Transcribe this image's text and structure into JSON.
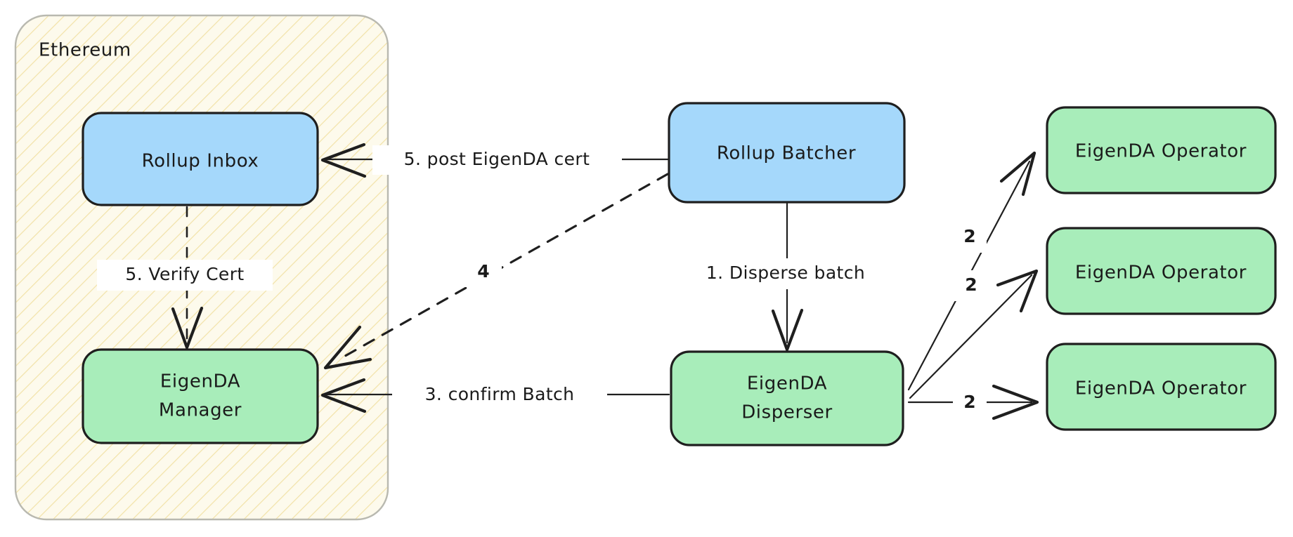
{
  "diagram": {
    "title": "EigenDA rollup data availability flow",
    "background": "#ffffff",
    "groups": [
      {
        "id": "ethereum",
        "label": "Ethereum",
        "fill": "#fdfaec",
        "stroke": "#b9b9b0",
        "hatch_color": "#f0dfa0"
      }
    ],
    "nodes": [
      {
        "id": "rollup-inbox",
        "label": "Rollup Inbox",
        "lines": [
          "Rollup Inbox"
        ],
        "fill": "#a5d8fb",
        "stroke": "#1f1f1f"
      },
      {
        "id": "eigenda-manager",
        "label": "EigenDA Manager",
        "lines": [
          "EigenDA",
          "Manager"
        ],
        "fill": "#a8edba",
        "stroke": "#1f1f1f"
      },
      {
        "id": "rollup-batcher",
        "label": "Rollup Batcher",
        "lines": [
          "Rollup Batcher"
        ],
        "fill": "#a5d8fb",
        "stroke": "#1f1f1f"
      },
      {
        "id": "eigenda-disperser",
        "label": "EigenDA Disperser",
        "lines": [
          "EigenDA",
          "Disperser"
        ],
        "fill": "#a8edba",
        "stroke": "#1f1f1f"
      },
      {
        "id": "eigenda-operator-1",
        "label": "EigenDA Operator",
        "lines": [
          "EigenDA Operator"
        ],
        "fill": "#a8edba",
        "stroke": "#1f1f1f"
      },
      {
        "id": "eigenda-operator-2",
        "label": "EigenDA Operator",
        "lines": [
          "EigenDA Operator"
        ],
        "fill": "#a8edba",
        "stroke": "#1f1f1f"
      },
      {
        "id": "eigenda-operator-3",
        "label": "EigenDA Operator",
        "lines": [
          "EigenDA Operator"
        ],
        "fill": "#a8edba",
        "stroke": "#1f1f1f"
      }
    ],
    "edges": [
      {
        "id": "edge-post-cert",
        "label": "5. post EigenDA cert",
        "from": "rollup-batcher",
        "to": "rollup-inbox",
        "style": "solid"
      },
      {
        "id": "edge-verify-cert",
        "label": "5. Verify Cert",
        "from": "rollup-inbox",
        "to": "eigenda-manager",
        "style": "dashed"
      },
      {
        "id": "edge-four",
        "label": "4",
        "from": "rollup-batcher",
        "to": "eigenda-manager",
        "style": "dashed"
      },
      {
        "id": "edge-confirm-batch",
        "label": "3. confirm Batch",
        "from": "eigenda-disperser",
        "to": "eigenda-manager",
        "style": "solid"
      },
      {
        "id": "edge-disperse-batch",
        "label": "1. Disperse batch",
        "from": "rollup-batcher",
        "to": "eigenda-disperser",
        "style": "solid"
      },
      {
        "id": "edge-store-1",
        "label": "2",
        "from": "eigenda-disperser",
        "to": "eigenda-operator-1",
        "style": "solid"
      },
      {
        "id": "edge-store-2",
        "label": "2",
        "from": "eigenda-disperser",
        "to": "eigenda-operator-2",
        "style": "solid"
      },
      {
        "id": "edge-store-3",
        "label": "2",
        "from": "eigenda-disperser",
        "to": "eigenda-operator-3",
        "style": "solid"
      }
    ]
  }
}
